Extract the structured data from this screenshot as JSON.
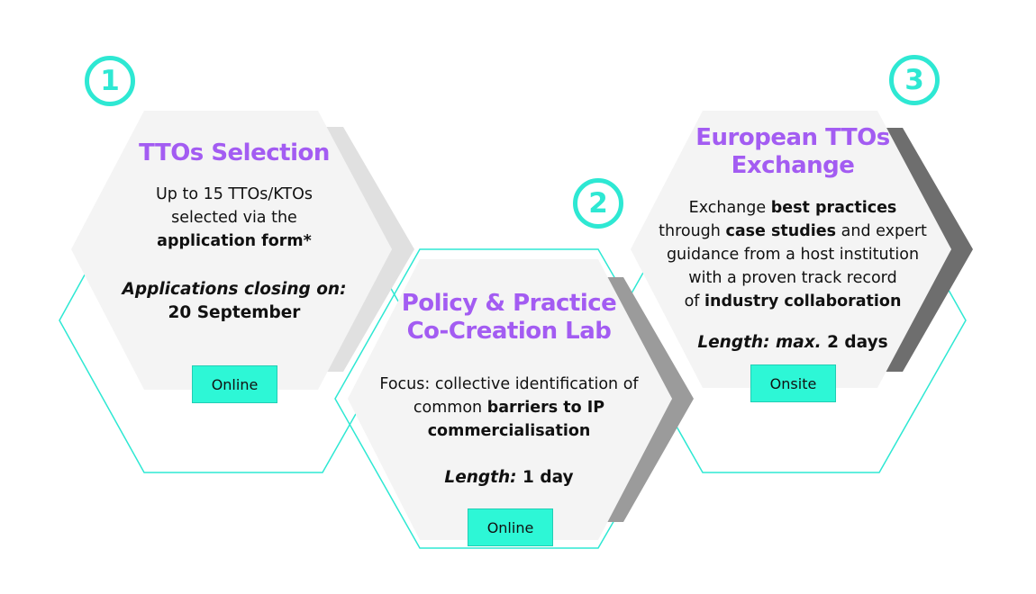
{
  "steps": [
    {
      "number": "1",
      "title": "TTOs Selection",
      "desc_plain1": "Up to 15 TTOs/KTOs",
      "desc_plain2": "selected via the",
      "desc_bold": "application form*",
      "deadline_label": "Applications closing on:",
      "deadline_value": "20 September",
      "mode": "Online"
    },
    {
      "number": "2",
      "title_line1": "Policy & Practice",
      "title_line2": "Co-Creation Lab",
      "focus_plain1": "Focus: collective identification of",
      "focus_plain2": "common ",
      "focus_bold1": "barriers to IP",
      "focus_bold2": "commercialisation",
      "length_label": "Length:",
      "length_value": " 1 day",
      "mode": "Online"
    },
    {
      "number": "3",
      "title_line1": "European TTOs",
      "title_line2": "Exchange",
      "l1_plain": "Exchange ",
      "l1_bold": "best practices",
      "l2_plain1": "through ",
      "l2_bold": "case studies",
      "l2_plain2": " and expert",
      "l3": "guidance from a host institution",
      "l4": "with a proven track record",
      "l5_plain": "of ",
      "l5_bold": "industry collaboration",
      "length_label": "Length: max.",
      "length_value": " 2 days",
      "mode": "Onsite"
    }
  ],
  "colors": {
    "accent_teal": "#2ee8d3",
    "title_purple": "#a35cf2",
    "button_fill": "#2df7d6",
    "hex_fill": "#f4f4f4"
  }
}
